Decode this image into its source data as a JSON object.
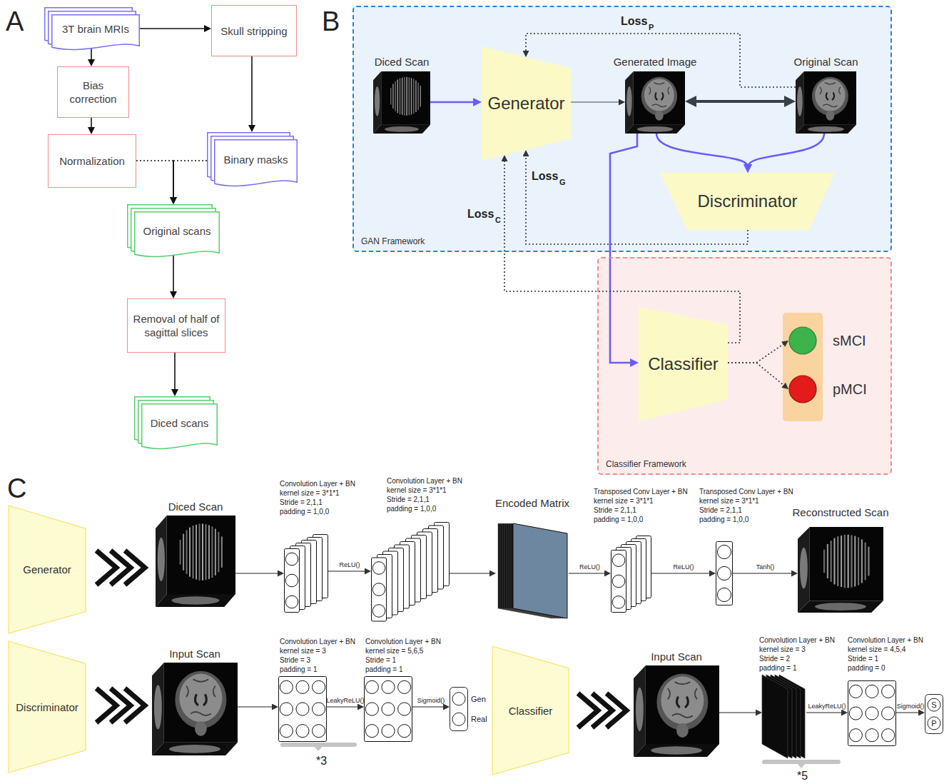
{
  "diagram": {
    "nodes": [
      {
        "text": [
          "3T brain MRIs"
        ]
      },
      {
        "text": [
          "Skull stripping"
        ]
      },
      {
        "text": [
          "Bias correction"
        ]
      },
      {
        "text": [
          "Normalization"
        ]
      },
      {
        "text": [
          "Binary masks"
        ]
      },
      {
        "text": [
          "Original scans"
        ]
      },
      {
        "text": [
          "Removal of half of sagittal slices"
        ]
      },
      {
        "text": [
          "Diced scans"
        ]
      },
      {
        "text": [
          "GAN Framework"
        ]
      },
      {
        "text": [
          "Diced Scan"
        ],
        "in": 8
      },
      {
        "text": [
          "Generator"
        ],
        "in": 8
      },
      {
        "text": [
          "Generated Image"
        ],
        "in": 8
      },
      {
        "text": [
          "Original Scan"
        ],
        "in": 8
      },
      {
        "text": [
          "Discriminator"
        ],
        "in": 8
      },
      {
        "text": [
          "Classifier Framework"
        ]
      },
      {
        "text": [
          "Classifier"
        ],
        "in": 14
      },
      {
        "text": [
          "sMCI"
        ],
        "in": 14
      },
      {
        "text": [
          "pMCI"
        ],
        "in": 14
      },
      {
        "text": [
          "Generator"
        ]
      },
      {
        "text": [
          "Diced Scan"
        ]
      },
      {
        "text": [
          "Convolution Layer + BN",
          "kernel size = 3*1*1",
          "Stride = 2,1,1",
          "padding = 1,0,0"
        ]
      },
      {
        "text": [
          "Convolution Layer + BN",
          "kernel size = 3*1*1",
          "Stride = 2,1,1",
          "padding = 1,0,0"
        ]
      },
      {
        "text": [
          "Encoded Matrix"
        ]
      },
      {
        "text": [
          "Transposed Conv Layer + BN",
          "kernel size = 3*1*1",
          "Stride = 2,1,1",
          "padding = 1,0,0"
        ]
      },
      {
        "text": [
          "Transposed Conv Layer + BN",
          "kernel size = 3*1*1",
          "Stride = 2,1,1",
          "padding = 1,0,0"
        ]
      },
      {
        "text": [
          "Reconstructed Scan"
        ]
      },
      {
        "text": [
          "Discriminator"
        ]
      },
      {
        "text": [
          "Input Scan"
        ]
      },
      {
        "text": [
          "Convolution Layer + BN",
          "kernel size = 3",
          "Stride = 3",
          "padding = 1"
        ]
      },
      {
        "text": [
          "Convolution Layer + BN",
          "kernel size = 5,6,5",
          "Stride = 1",
          "padding = 1"
        ]
      },
      {
        "text": [
          "Gen",
          "Real"
        ]
      },
      {
        "text": [
          "Classifier"
        ]
      },
      {
        "text": [
          "Input Scan"
        ]
      },
      {
        "text": [
          "Convolution Layer + BN",
          "kernel size = 3",
          "Stride = 2",
          "padding = 1"
        ]
      },
      {
        "text": [
          "Convolution Layer + BN",
          "kernel size = 4,5,4",
          "Stride = 1",
          "padding = 0"
        ]
      },
      {
        "text": [
          "S",
          "P"
        ]
      }
    ],
    "edges": [
      {
        "from": 0,
        "to": 1,
        "arrow": "to"
      },
      {
        "from": 0,
        "to": 2,
        "arrow": "to"
      },
      {
        "from": 2,
        "to": 3,
        "arrow": "to"
      },
      {
        "from": 1,
        "to": 4,
        "arrow": "to"
      },
      {
        "from": 3,
        "to": 5,
        "arrow": "to"
      },
      {
        "from": 4,
        "to": 5,
        "arrow": "to"
      },
      {
        "from": 5,
        "to": 6,
        "arrow": "to"
      },
      {
        "from": 6,
        "to": 7,
        "arrow": "to"
      },
      {
        "from": 9,
        "to": 10,
        "arrow": "to"
      },
      {
        "from": 10,
        "to": 11,
        "arrow": "to"
      },
      {
        "from": 11,
        "to": 12,
        "arrow": "both"
      },
      {
        "from": 12,
        "to": 10,
        "arrow": "to"
      },
      {
        "from": 11,
        "to": 13,
        "arrow": "to"
      },
      {
        "from": 12,
        "to": 13,
        "arrow": "to"
      },
      {
        "from": 13,
        "to": 10,
        "arrow": "to"
      },
      {
        "from": 11,
        "to": 15,
        "arrow": "to"
      },
      {
        "from": 15,
        "to": 10,
        "arrow": "to"
      },
      {
        "from": 15,
        "to": 16,
        "arrow": "to"
      },
      {
        "from": 15,
        "to": 17,
        "arrow": "to"
      },
      {
        "from": 19,
        "to": 20,
        "arrow": "to"
      },
      {
        "from": 20,
        "to": 21,
        "arrow": "to",
        "label": "ReLU()"
      },
      {
        "from": 21,
        "to": 22,
        "arrow": "to"
      },
      {
        "from": 22,
        "to": 23,
        "arrow": "to",
        "label": "ReLU()"
      },
      {
        "from": 23,
        "to": 24,
        "arrow": "to",
        "label": "ReLU()"
      },
      {
        "from": 24,
        "to": 25,
        "arrow": "to",
        "label": "Tanh()"
      },
      {
        "from": 27,
        "to": 28,
        "arrow": "to"
      },
      {
        "from": 28,
        "to": 29,
        "arrow": "to",
        "label": "LeakyReLU()"
      },
      {
        "from": 29,
        "to": 30,
        "arrow": "to",
        "label": "Sigmoid()"
      },
      {
        "from": 32,
        "to": 33,
        "arrow": "to"
      },
      {
        "from": 33,
        "to": 34,
        "arrow": "to",
        "label": "LeakyReLU()"
      },
      {
        "from": 34,
        "to": 35,
        "arrow": "to",
        "label": "Sigmoid()"
      }
    ],
    "labels": [
      "A",
      "B",
      "C",
      "Loss",
      "P",
      "Loss",
      "G",
      "Loss",
      "C",
      "*3",
      "*5"
    ]
  }
}
